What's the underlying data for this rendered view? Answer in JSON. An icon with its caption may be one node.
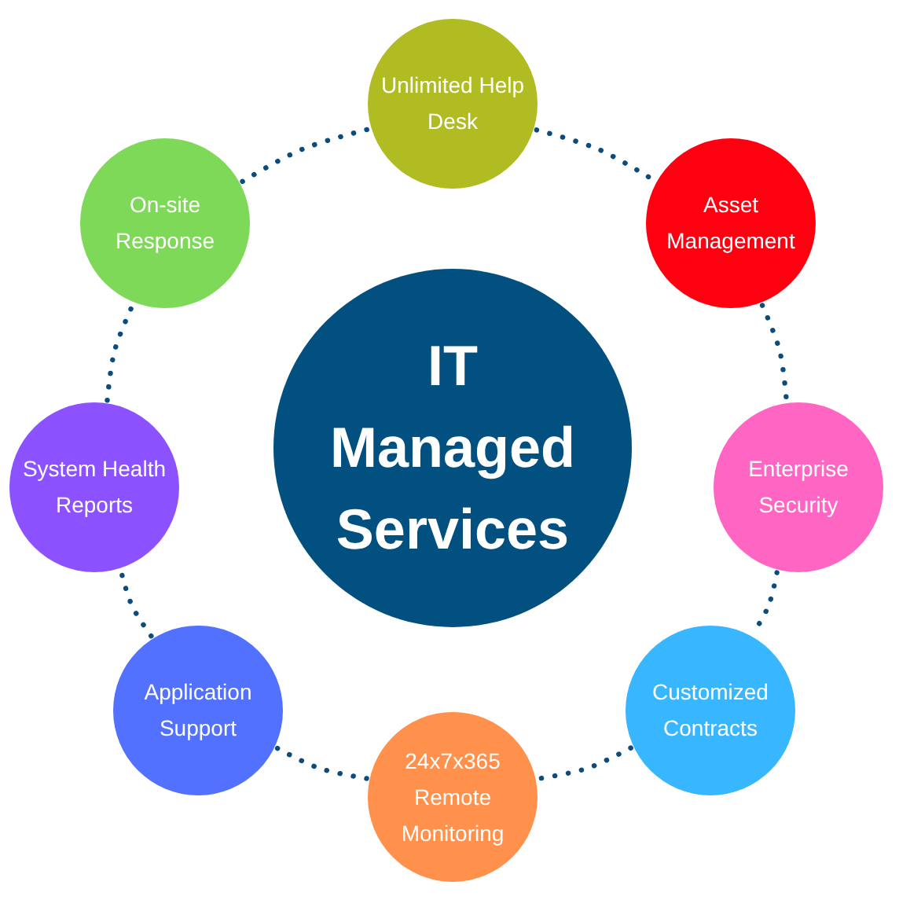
{
  "diagram": {
    "nodes": [
      {
        "text": [
          "IT Managed Services"
        ]
      },
      {
        "text": [
          "Unlimited Help Desk"
        ]
      },
      {
        "text": [
          "Asset Management"
        ]
      },
      {
        "text": [
          "Enterprise Security"
        ]
      },
      {
        "text": [
          "Customized Contracts"
        ]
      },
      {
        "text": [
          "24x7x365 Remote Monitoring"
        ]
      },
      {
        "text": [
          "Application Support"
        ]
      },
      {
        "text": [
          "System Health Reports"
        ]
      },
      {
        "text": [
          "On-site Response"
        ]
      }
    ],
    "edges": [
      {
        "from": 1,
        "to": 2,
        "arrow": "none",
        "style": "dashed"
      },
      {
        "from": 2,
        "to": 3,
        "arrow": "none",
        "style": "dashed"
      },
      {
        "from": 3,
        "to": 4,
        "arrow": "none",
        "style": "dashed"
      },
      {
        "from": 4,
        "to": 5,
        "arrow": "none",
        "style": "dashed"
      },
      {
        "from": 5,
        "to": 6,
        "arrow": "none",
        "style": "dashed"
      },
      {
        "from": 6,
        "to": 7,
        "arrow": "none",
        "style": "dashed"
      },
      {
        "from": 7,
        "to": 8,
        "arrow": "none",
        "style": "dashed"
      },
      {
        "from": 8,
        "to": 1,
        "arrow": "none",
        "style": "dashed"
      }
    ]
  }
}
